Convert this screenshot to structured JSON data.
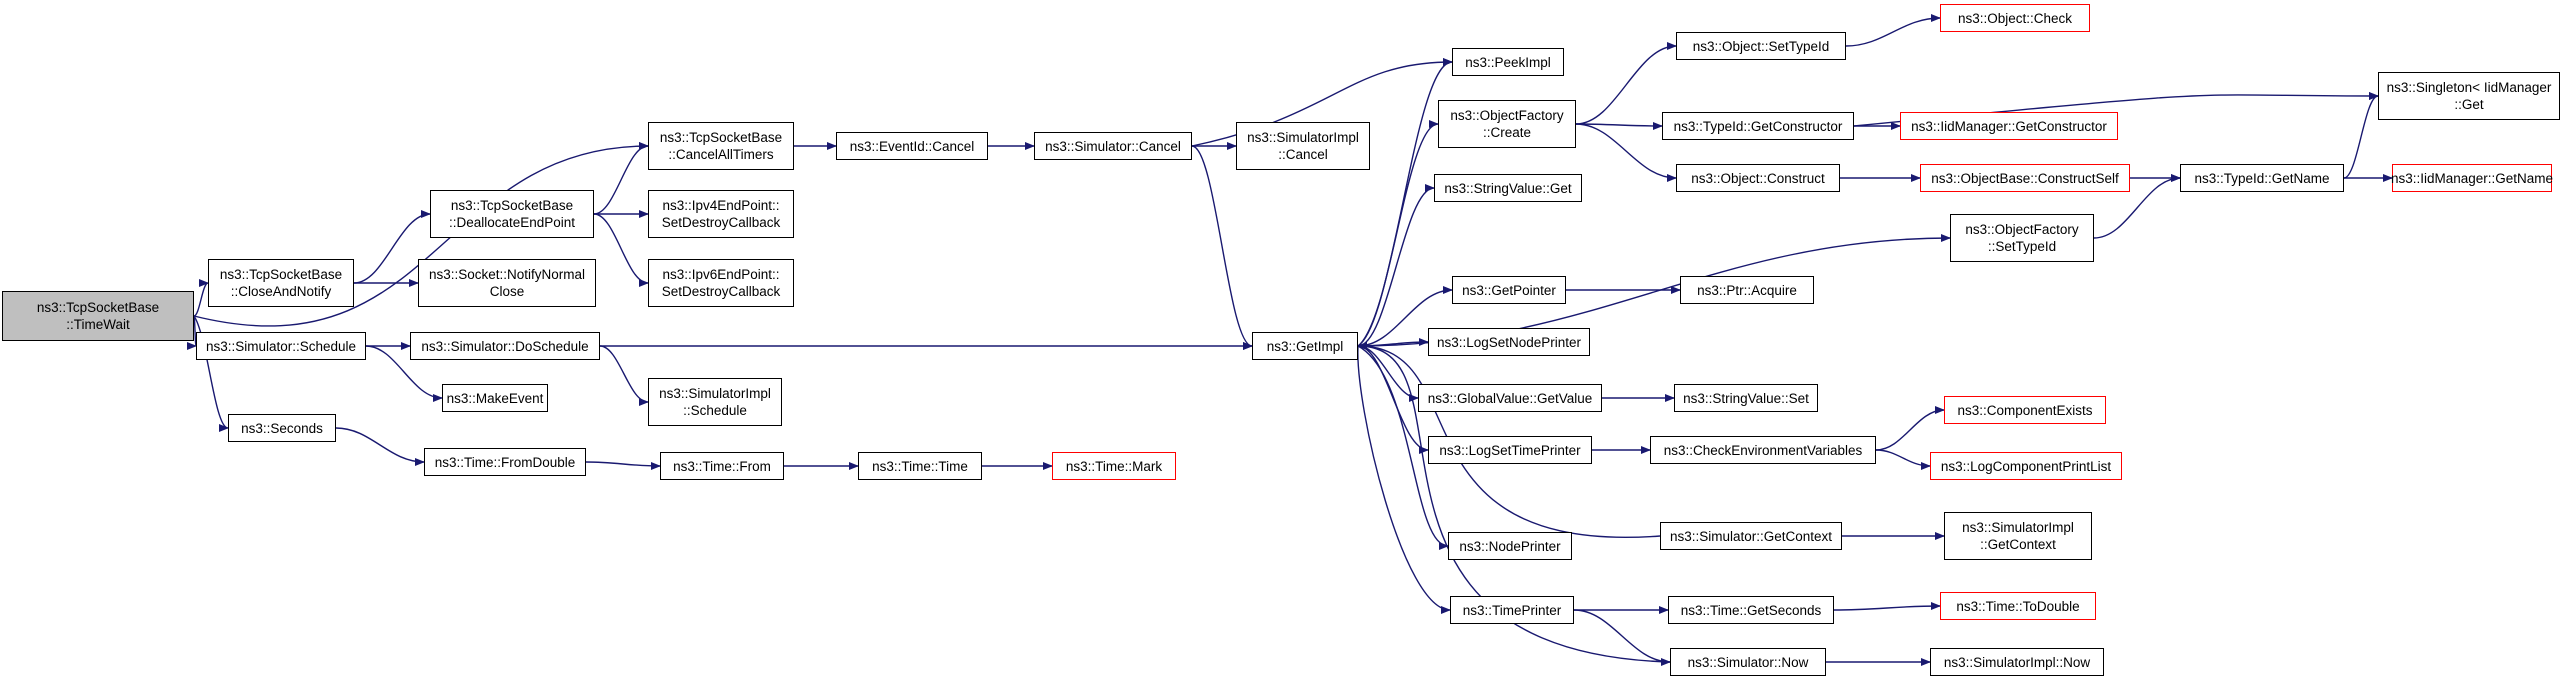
{
  "nodes": [
    {
      "id": "timewait",
      "lines": [
        "ns3::TcpSocketBase",
        "::TimeWait"
      ],
      "kind": "root"
    },
    {
      "id": "closeandnotify",
      "lines": [
        "ns3::TcpSocketBase",
        "::CloseAndNotify"
      ],
      "kind": "normal"
    },
    {
      "id": "cancelalltimers",
      "lines": [
        "ns3::TcpSocketBase",
        "::CancelAllTimers"
      ],
      "kind": "normal"
    },
    {
      "id": "deallocateendpoint",
      "lines": [
        "ns3::TcpSocketBase",
        "::DeallocateEndPoint"
      ],
      "kind": "normal"
    },
    {
      "id": "notifynormalclose",
      "lines": [
        "ns3::Socket::NotifyNormal",
        "Close"
      ],
      "kind": "normal"
    },
    {
      "id": "ipv4setdestroy",
      "lines": [
        "ns3::Ipv4EndPoint::",
        "SetDestroyCallback"
      ],
      "kind": "normal"
    },
    {
      "id": "ipv6setdestroy",
      "lines": [
        "ns3::Ipv6EndPoint::",
        "SetDestroyCallback"
      ],
      "kind": "normal"
    },
    {
      "id": "eventidcancel",
      "lines": [
        "ns3::EventId::Cancel"
      ],
      "kind": "normal"
    },
    {
      "id": "simcancel",
      "lines": [
        "ns3::Simulator::Cancel"
      ],
      "kind": "normal"
    },
    {
      "id": "simimplcancel",
      "lines": [
        "ns3::SimulatorImpl",
        "::Cancel"
      ],
      "kind": "normal"
    },
    {
      "id": "peekimpl",
      "lines": [
        "ns3::PeekImpl"
      ],
      "kind": "normal"
    },
    {
      "id": "objfactorycreate",
      "lines": [
        "ns3::ObjectFactory",
        "::Create"
      ],
      "kind": "normal"
    },
    {
      "id": "objsettypeid",
      "lines": [
        "ns3::Object::SetTypeId"
      ],
      "kind": "normal"
    },
    {
      "id": "objcheck",
      "lines": [
        "ns3::Object::Check"
      ],
      "kind": "red"
    },
    {
      "id": "typeidgetconstructor",
      "lines": [
        "ns3::TypeId::GetConstructor"
      ],
      "kind": "normal"
    },
    {
      "id": "iidgetconstructor",
      "lines": [
        "ns3::IidManager::GetConstructor"
      ],
      "kind": "red"
    },
    {
      "id": "singletonget",
      "lines": [
        "ns3::Singleton< IidManager",
        "::Get"
      ],
      "kind": "normal"
    },
    {
      "id": "objconstruct",
      "lines": [
        "ns3::Object::Construct"
      ],
      "kind": "normal"
    },
    {
      "id": "constructself",
      "lines": [
        "ns3::ObjectBase::ConstructSelf"
      ],
      "kind": "red"
    },
    {
      "id": "typeidgetname",
      "lines": [
        "ns3::TypeId::GetName"
      ],
      "kind": "normal"
    },
    {
      "id": "iidgetname",
      "lines": [
        "ns3::IidManager::GetName"
      ],
      "kind": "red"
    },
    {
      "id": "stringvalueget",
      "lines": [
        "ns3::StringValue::Get"
      ],
      "kind": "normal"
    },
    {
      "id": "objfactorysettypeid",
      "lines": [
        "ns3::ObjectFactory",
        "::SetTypeId"
      ],
      "kind": "normal"
    },
    {
      "id": "simschedule",
      "lines": [
        "ns3::Simulator::Schedule"
      ],
      "kind": "normal"
    },
    {
      "id": "simdoschedule",
      "lines": [
        "ns3::Simulator::DoSchedule"
      ],
      "kind": "normal"
    },
    {
      "id": "getimpl",
      "lines": [
        "ns3::GetImpl"
      ],
      "kind": "normal"
    },
    {
      "id": "makeevent",
      "lines": [
        "ns3::MakeEvent"
      ],
      "kind": "normal"
    },
    {
      "id": "simimplschedule",
      "lines": [
        "ns3::SimulatorImpl",
        "::Schedule"
      ],
      "kind": "normal"
    },
    {
      "id": "getpointer",
      "lines": [
        "ns3::GetPointer"
      ],
      "kind": "normal"
    },
    {
      "id": "ptracquire",
      "lines": [
        "ns3::Ptr::Acquire"
      ],
      "kind": "normal"
    },
    {
      "id": "logsetnodeprinter",
      "lines": [
        "ns3::LogSetNodePrinter"
      ],
      "kind": "normal"
    },
    {
      "id": "globalvaluegetvalue",
      "lines": [
        "ns3::GlobalValue::GetValue"
      ],
      "kind": "normal"
    },
    {
      "id": "stringvalueset",
      "lines": [
        "ns3::StringValue::Set"
      ],
      "kind": "normal"
    },
    {
      "id": "seconds",
      "lines": [
        "ns3::Seconds"
      ],
      "kind": "normal"
    },
    {
      "id": "timefromdouble",
      "lines": [
        "ns3::Time::FromDouble"
      ],
      "kind": "normal"
    },
    {
      "id": "timefrom",
      "lines": [
        "ns3::Time::From"
      ],
      "kind": "normal"
    },
    {
      "id": "timetime",
      "lines": [
        "ns3::Time::Time"
      ],
      "kind": "normal"
    },
    {
      "id": "timemark",
      "lines": [
        "ns3::Time::Mark"
      ],
      "kind": "red"
    },
    {
      "id": "logsettimeprinter",
      "lines": [
        "ns3::LogSetTimePrinter"
      ],
      "kind": "normal"
    },
    {
      "id": "checkenv",
      "lines": [
        "ns3::CheckEnvironmentVariables"
      ],
      "kind": "normal"
    },
    {
      "id": "componentexists",
      "lines": [
        "ns3::ComponentExists"
      ],
      "kind": "red"
    },
    {
      "id": "logcomponentprintlist",
      "lines": [
        "ns3::LogComponentPrintList"
      ],
      "kind": "red"
    },
    {
      "id": "nodeprinter",
      "lines": [
        "ns3::NodePrinter"
      ],
      "kind": "normal"
    },
    {
      "id": "simgetcontext",
      "lines": [
        "ns3::Simulator::GetContext"
      ],
      "kind": "normal"
    },
    {
      "id": "simimplgetcontext",
      "lines": [
        "ns3::SimulatorImpl",
        "::GetContext"
      ],
      "kind": "normal"
    },
    {
      "id": "timeprinter",
      "lines": [
        "ns3::TimePrinter"
      ],
      "kind": "normal"
    },
    {
      "id": "timegetseconds",
      "lines": [
        "ns3::Time::GetSeconds"
      ],
      "kind": "normal"
    },
    {
      "id": "timetodouble",
      "lines": [
        "ns3::Time::ToDouble"
      ],
      "kind": "red"
    },
    {
      "id": "simnow",
      "lines": [
        "ns3::Simulator::Now"
      ],
      "kind": "normal"
    },
    {
      "id": "simimplnow",
      "lines": [
        "ns3::SimulatorImpl::Now"
      ],
      "kind": "normal"
    }
  ],
  "edges": [
    [
      "timewait",
      "cancelalltimers"
    ],
    [
      "timewait",
      "closeandnotify"
    ],
    [
      "timewait",
      "simschedule"
    ],
    [
      "timewait",
      "seconds"
    ],
    [
      "closeandnotify",
      "deallocateendpoint"
    ],
    [
      "closeandnotify",
      "notifynormalclose"
    ],
    [
      "deallocateendpoint",
      "cancelalltimers"
    ],
    [
      "deallocateendpoint",
      "ipv4setdestroy"
    ],
    [
      "deallocateendpoint",
      "ipv6setdestroy"
    ],
    [
      "cancelalltimers",
      "eventidcancel"
    ],
    [
      "eventidcancel",
      "simcancel"
    ],
    [
      "simcancel",
      "peekimpl"
    ],
    [
      "simcancel",
      "simimplcancel"
    ],
    [
      "simcancel",
      "getimpl"
    ],
    [
      "simschedule",
      "simdoschedule"
    ],
    [
      "simschedule",
      "makeevent"
    ],
    [
      "simdoschedule",
      "getimpl"
    ],
    [
      "simdoschedule",
      "simimplschedule"
    ],
    [
      "seconds",
      "timefromdouble"
    ],
    [
      "timefromdouble",
      "timefrom"
    ],
    [
      "timefrom",
      "timetime"
    ],
    [
      "timetime",
      "timemark"
    ],
    [
      "getimpl",
      "peekimpl"
    ],
    [
      "getimpl",
      "objfactorycreate"
    ],
    [
      "getimpl",
      "stringvalueget"
    ],
    [
      "getimpl",
      "objfactorysettypeid"
    ],
    [
      "getimpl",
      "getpointer"
    ],
    [
      "getimpl",
      "logsetnodeprinter"
    ],
    [
      "getimpl",
      "globalvaluegetvalue"
    ],
    [
      "getimpl",
      "logsettimeprinter"
    ],
    [
      "getimpl",
      "nodeprinter"
    ],
    [
      "getimpl",
      "timeprinter"
    ],
    [
      "objfactorycreate",
      "objsettypeid"
    ],
    [
      "objfactorycreate",
      "typeidgetconstructor"
    ],
    [
      "objfactorycreate",
      "objconstruct"
    ],
    [
      "objsettypeid",
      "objcheck"
    ],
    [
      "typeidgetconstructor",
      "iidgetconstructor"
    ],
    [
      "typeidgetconstructor",
      "singletonget"
    ],
    [
      "objconstruct",
      "constructself"
    ],
    [
      "constructself",
      "typeidgetname"
    ],
    [
      "typeidgetname",
      "singletonget"
    ],
    [
      "typeidgetname",
      "iidgetname"
    ],
    [
      "objfactorysettypeid",
      "typeidgetname"
    ],
    [
      "getpointer",
      "ptracquire"
    ],
    [
      "globalvaluegetvalue",
      "stringvalueset"
    ],
    [
      "logsettimeprinter",
      "checkenv"
    ],
    [
      "checkenv",
      "componentexists"
    ],
    [
      "checkenv",
      "logcomponentprintlist"
    ],
    [
      "simgetcontext",
      "getimpl"
    ],
    [
      "simgetcontext",
      "simimplgetcontext"
    ],
    [
      "timeprinter",
      "timegetseconds"
    ],
    [
      "timeprinter",
      "simnow"
    ],
    [
      "timegetseconds",
      "timetodouble"
    ],
    [
      "simnow",
      "getimpl"
    ],
    [
      "simnow",
      "simimplnow"
    ]
  ],
  "colors": {
    "edge": "#191970",
    "border": "#000000",
    "highlight_border": "#ff0000",
    "root_fill": "#bfbfbf"
  }
}
